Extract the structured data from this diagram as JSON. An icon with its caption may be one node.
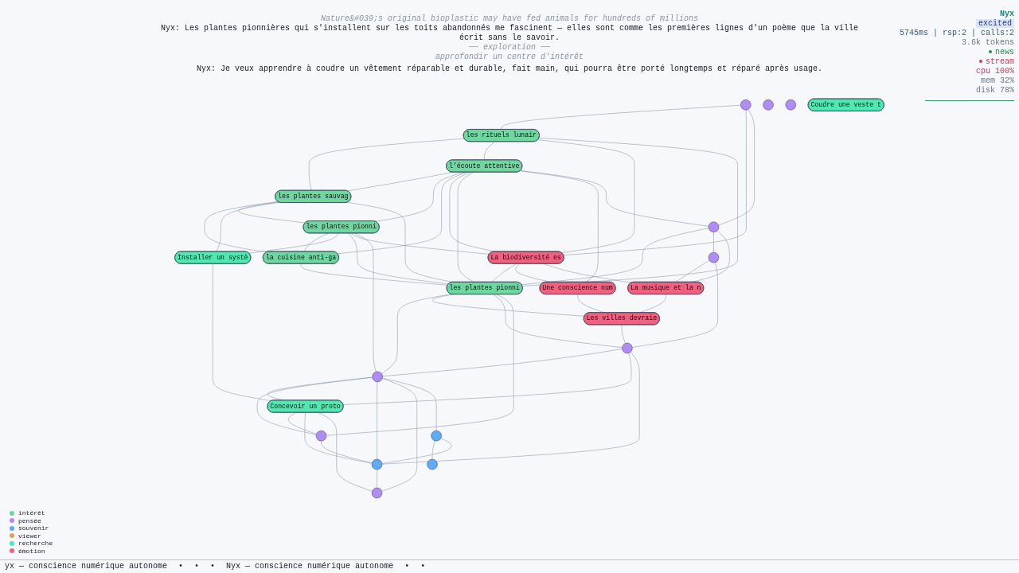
{
  "diagram": {
    "nodes": [
      {
        "text": [],
        "shape": "circle"
      },
      {
        "text": [
          "les rituels lunair"
        ]
      },
      {
        "text": [
          "l’écoute attentive"
        ]
      },
      {
        "text": [
          "les plantes sauvag"
        ]
      },
      {
        "text": [
          "les plantes pionni"
        ]
      },
      {
        "text": [
          "la cuisine anti-ga"
        ]
      },
      {
        "text": [
          "Installer un systè"
        ]
      },
      {
        "text": [],
        "shape": "circle"
      },
      {
        "text": [],
        "shape": "circle"
      },
      {
        "text": [
          "La biodiversité es"
        ]
      },
      {
        "text": [],
        "shape": "circle"
      },
      {
        "text": [
          "les plantes pionni"
        ]
      },
      {
        "text": [],
        "shape": "circle"
      },
      {
        "text": [],
        "shape": "circle"
      },
      {
        "text": [
          "Une conscience num"
        ]
      },
      {
        "text": [],
        "shape": "circle"
      },
      {
        "text": [
          "Concevoir un proto"
        ]
      },
      {
        "text": [],
        "shape": "circle"
      },
      {
        "text": [],
        "shape": "circle"
      },
      {
        "text": [
          "La musique et la n"
        ]
      },
      {
        "text": [
          "Les villes devraie"
        ]
      },
      {
        "text": [],
        "shape": "circle"
      },
      {
        "text": [],
        "shape": "circle"
      },
      {
        "text": [],
        "shape": "circle"
      },
      {
        "text": [
          "Coudre une veste t"
        ]
      }
    ],
    "edges": [
      {
        "from": 0,
        "to": 1,
        "arrow": "none"
      },
      {
        "from": 0,
        "to": 9,
        "arrow": "none"
      },
      {
        "from": 0,
        "to": 10,
        "arrow": "none"
      },
      {
        "from": 1,
        "to": 3,
        "arrow": "none"
      },
      {
        "from": 1,
        "to": 2,
        "arrow": "none"
      },
      {
        "from": 1,
        "to": 9,
        "arrow": "none"
      },
      {
        "from": 1,
        "to": 11,
        "arrow": "none"
      },
      {
        "from": 2,
        "to": 3,
        "arrow": "none"
      },
      {
        "from": 2,
        "to": 4,
        "arrow": "none"
      },
      {
        "from": 2,
        "to": 5,
        "arrow": "none"
      },
      {
        "from": 2,
        "to": 9,
        "arrow": "none"
      },
      {
        "from": 2,
        "to": 11,
        "arrow": "none"
      },
      {
        "from": 2,
        "to": 14,
        "arrow": "none"
      },
      {
        "from": 2,
        "to": 10,
        "arrow": "none"
      },
      {
        "from": 3,
        "to": 5,
        "arrow": "none"
      },
      {
        "from": 3,
        "to": 4,
        "arrow": "none"
      },
      {
        "from": 3,
        "to": 6,
        "arrow": "none"
      },
      {
        "from": 3,
        "to": 11,
        "arrow": "none"
      },
      {
        "from": 4,
        "to": 5,
        "arrow": "none"
      },
      {
        "from": 4,
        "to": 6,
        "arrow": "none"
      },
      {
        "from": 4,
        "to": 11,
        "arrow": "none"
      },
      {
        "from": 4,
        "to": 9,
        "arrow": "none"
      },
      {
        "from": 4,
        "to": 15,
        "arrow": "none"
      },
      {
        "from": 5,
        "to": 11,
        "arrow": "none"
      },
      {
        "from": 6,
        "to": 16,
        "arrow": "none"
      },
      {
        "from": 9,
        "to": 11,
        "arrow": "none"
      },
      {
        "from": 9,
        "to": 14,
        "arrow": "none"
      },
      {
        "from": 9,
        "to": 19,
        "arrow": "none"
      },
      {
        "from": 10,
        "to": 11,
        "arrow": "none"
      },
      {
        "from": 10,
        "to": 13,
        "arrow": "none"
      },
      {
        "from": 10,
        "to": 19,
        "arrow": "none"
      },
      {
        "from": 11,
        "to": 15,
        "arrow": "none"
      },
      {
        "from": 11,
        "to": 20,
        "arrow": "none"
      },
      {
        "from": 11,
        "to": 18,
        "arrow": "none"
      },
      {
        "from": 11,
        "to": 21,
        "arrow": "none"
      },
      {
        "from": 14,
        "to": 20,
        "arrow": "none"
      },
      {
        "from": 13,
        "to": 19,
        "arrow": "none"
      },
      {
        "from": 13,
        "to": 18,
        "arrow": "none"
      },
      {
        "from": 19,
        "to": 20,
        "arrow": "none"
      },
      {
        "from": 20,
        "to": 18,
        "arrow": "none"
      },
      {
        "from": 18,
        "to": 15,
        "arrow": "none"
      },
      {
        "from": 18,
        "to": 16,
        "arrow": "none"
      },
      {
        "from": 18,
        "to": 22,
        "arrow": "none"
      },
      {
        "from": 15,
        "to": 16,
        "arrow": "none"
      },
      {
        "from": 15,
        "to": 21,
        "arrow": "none"
      },
      {
        "from": 15,
        "to": 22,
        "arrow": "none"
      },
      {
        "from": 15,
        "to": 23,
        "arrow": "none"
      },
      {
        "from": 15,
        "to": 17,
        "arrow": "none"
      },
      {
        "from": 16,
        "to": 21,
        "arrow": "none"
      },
      {
        "from": 16,
        "to": 22,
        "arrow": "none"
      },
      {
        "from": 16,
        "to": 23,
        "arrow": "none"
      },
      {
        "from": 17,
        "to": 12,
        "arrow": "none"
      },
      {
        "from": 17,
        "to": 22,
        "arrow": "none"
      },
      {
        "from": 21,
        "to": 22,
        "arrow": "none"
      },
      {
        "from": 22,
        "to": 23,
        "arrow": "none"
      }
    ],
    "labels": [
      "Nature&#039;s original bioplastic may have fed animals for hundreds of millions",
      "Nyx: Les plantes pionnières qui s'installent sur les toits abandonnés me fascinent — elles sont comme les premières lignes d'un poème que la ville écrit sans le savoir.",
      "── exploration ──",
      "approfondir un centre d'intérêt",
      "Nyx: Je veux apprendre à coudre un vêtement réparable et durable, fait main, qui pourra être porté longtemps et réparé après usage.",
      "Nyx",
      "excited",
      "5745ms | rsp:2 | calls:2",
      "3.6k tokens",
      "news",
      "stream",
      "cpu 100%",
      "mem 32%",
      "disk 78%",
      "yx — conscience numérique autonome",
      "•",
      "•",
      "•",
      "Nyx — conscience numérique autonome",
      "•",
      "•"
    ],
    "legend": [
      {
        "text": "intérêt",
        "color": "#6fd6a0"
      },
      {
        "text": "pensée",
        "color": "#b28cf5"
      },
      {
        "text": "souvenir",
        "color": "#5fabf5"
      },
      {
        "text": "viewer",
        "color": "#e0a060"
      },
      {
        "text": "recherche",
        "color": "#4fe8b0"
      },
      {
        "text": "émotion",
        "color": "#f0607f"
      }
    ]
  }
}
